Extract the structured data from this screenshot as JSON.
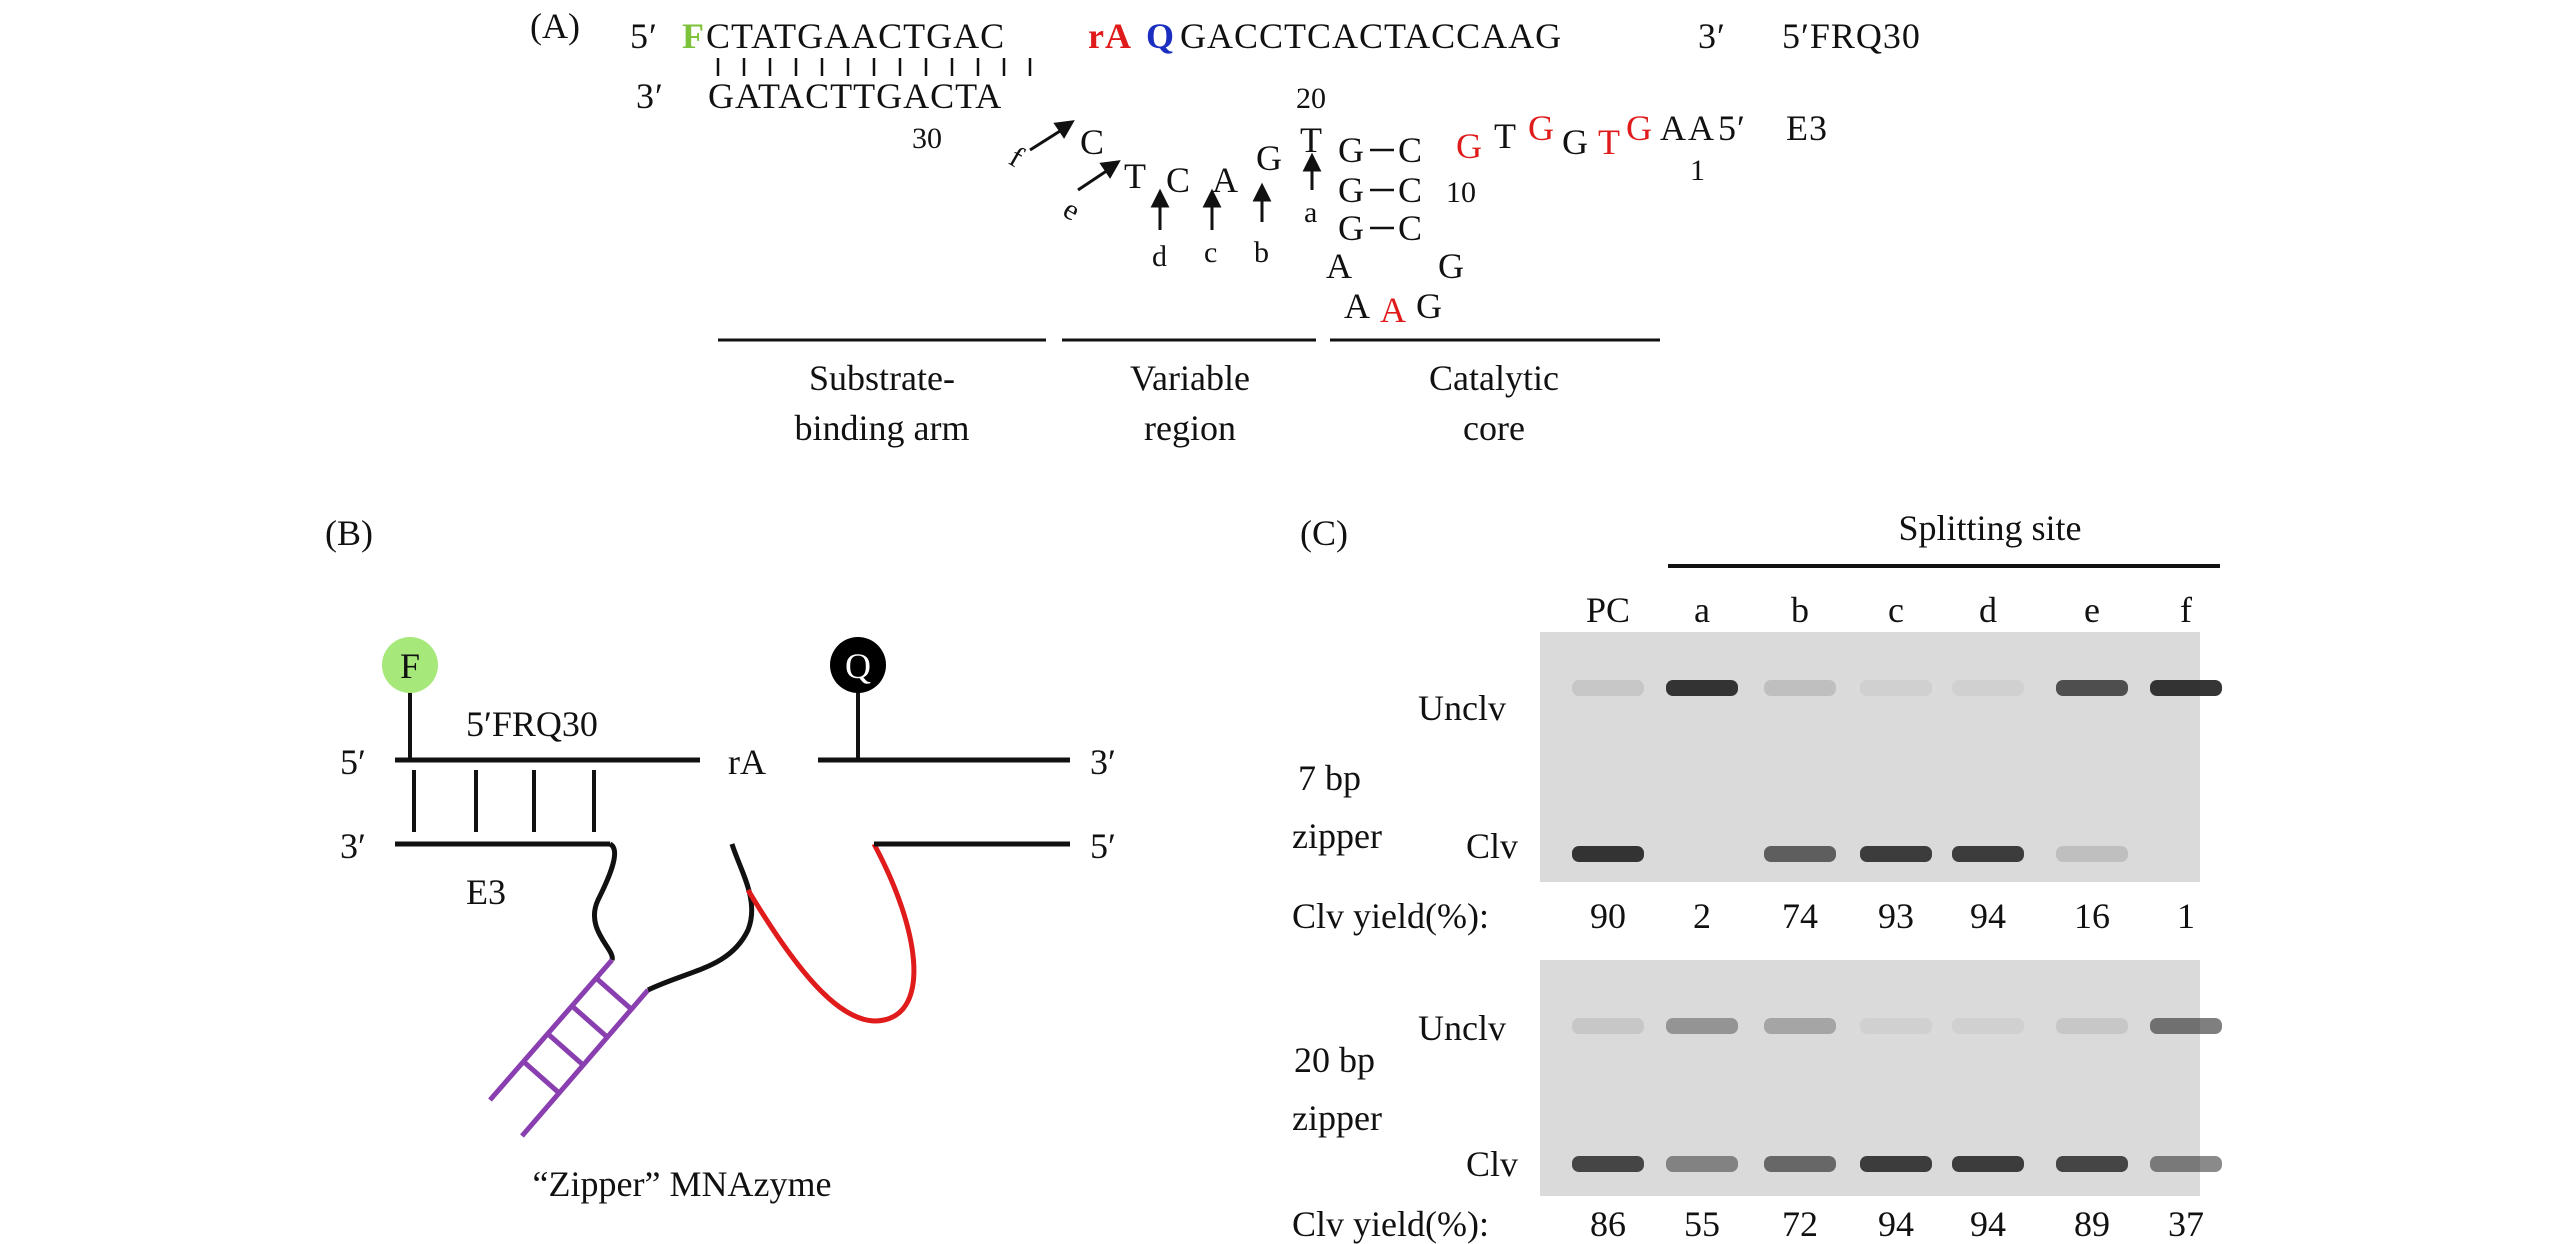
{
  "panel_a": {
    "label": "(A)",
    "top_strand": {
      "five": "5′",
      "F": "F",
      "seq1": "CTATGAACTGAC",
      "rA": "rA",
      "Q": "Q",
      "seq2": "GACCTCACTACCAAG",
      "three": "3′",
      "name": "5′FRQ30"
    },
    "bottom_strand": {
      "three": "3′",
      "seq": "GATACTTGACTA",
      "num30": "30"
    },
    "loop": {
      "C_f": "C",
      "T_e": "T",
      "C_d": "C",
      "A_c": "A",
      "G_b": "G",
      "T_a": "T",
      "num20": "20",
      "arrows": [
        "f",
        "e",
        "d",
        "c",
        "b",
        "a"
      ]
    },
    "core": {
      "stem_left": [
        "G",
        "G",
        "G"
      ],
      "stem_right": [
        "C",
        "C",
        "C"
      ],
      "num10": "10",
      "loop_letters": [
        "A",
        "G",
        "A",
        "A",
        "G"
      ],
      "tail": [
        "G",
        "T",
        "G",
        "G",
        "T",
        "G",
        "A",
        "A"
      ],
      "five": "5′",
      "name": "E3",
      "num1": "1"
    },
    "regions": [
      {
        "l1": "Substrate-",
        "l2": "binding arm"
      },
      {
        "l1": "Variable",
        "l2": "region"
      },
      {
        "l1": "Catalytic",
        "l2": "core"
      }
    ]
  },
  "panel_b": {
    "label": "(B)",
    "F": "F",
    "Q": "Q",
    "top_name": "5′FRQ30",
    "rA": "rA",
    "five_left": "5′",
    "three_left": "3′",
    "three_right": "3′",
    "five_right": "5′",
    "E3": "E3",
    "caption": "“Zipper” MNAzyme"
  },
  "panel_c": {
    "label": "(C)",
    "header": "Splitting site",
    "lanes": [
      "PC",
      "a",
      "b",
      "c",
      "d",
      "e",
      "f"
    ],
    "gels": [
      {
        "row_name_1": "7 bp",
        "row_name_2": "zipper",
        "uncl": "Unclv",
        "clv": "Clv",
        "yield_label": "Clv yield(%):",
        "yields": [
          "90",
          "2",
          "74",
          "93",
          "94",
          "16",
          "1"
        ],
        "unclv_intensity": [
          0.1,
          0.95,
          0.15,
          0.05,
          0.05,
          0.8,
          0.95
        ],
        "clv_intensity": [
          0.95,
          0.0,
          0.7,
          0.9,
          0.9,
          0.15,
          0.0
        ]
      },
      {
        "row_name_1": "20 bp",
        "row_name_2": "zipper",
        "uncl": "Unclv",
        "clv": "Clv",
        "yield_label": "Clv yield(%):",
        "yields": [
          "86",
          "55",
          "72",
          "94",
          "94",
          "89",
          "37"
        ],
        "unclv_intensity": [
          0.1,
          0.4,
          0.3,
          0.05,
          0.05,
          0.1,
          0.6
        ],
        "clv_intensity": [
          0.85,
          0.5,
          0.65,
          0.9,
          0.9,
          0.85,
          0.55
        ]
      }
    ]
  },
  "colors": {
    "green": "#7cc23a",
    "red": "#e01b1b",
    "blue": "#1a2fc0",
    "purple": "#8a3fb0",
    "F_circle": "#a6e87a",
    "gel_bg": "#dadada",
    "band": "#2a2a2a"
  }
}
